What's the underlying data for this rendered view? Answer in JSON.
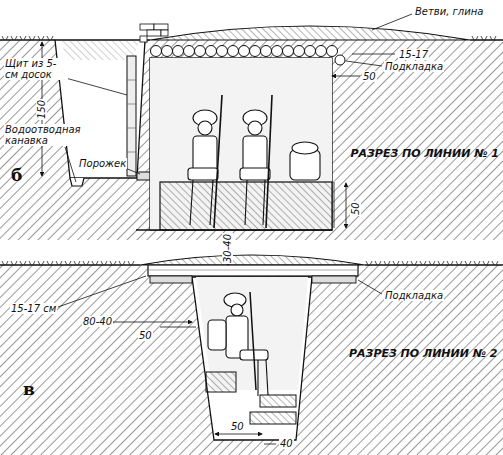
{
  "diagram": {
    "labels": [
      "Ветви, глина",
      "15-17",
      "50",
      "Подкладка",
      "Щит из 5-см досок",
      "150",
      "Водоотводная канавка",
      "Порожек",
      "РАЗРЕЗ ПО ЛИНИИ № 1",
      "50",
      "б",
      "30-40",
      "15-17 см",
      "80-40",
      "50",
      "Подкладка",
      "РАЗРЕЗ ПО ЛИНИИ № 2",
      "в",
      "50",
      "40"
    ]
  }
}
